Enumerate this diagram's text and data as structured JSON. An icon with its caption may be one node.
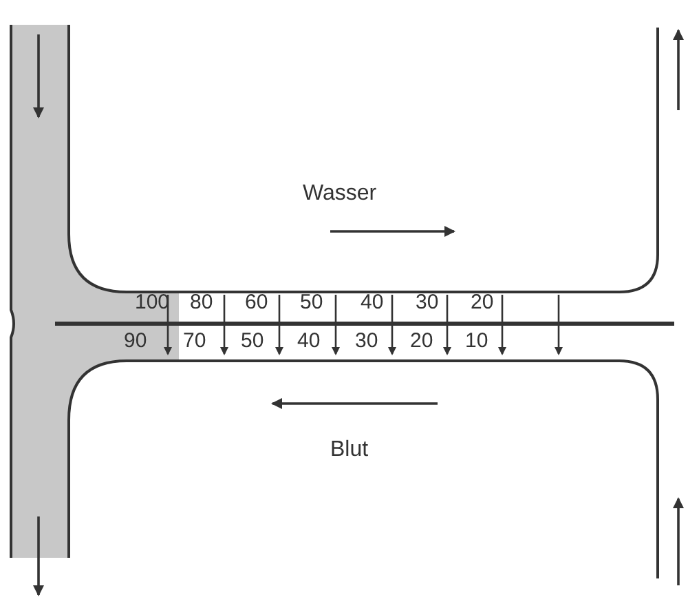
{
  "diagram": {
    "labels": [
      "Wasser",
      "100",
      "80",
      "60",
      "50",
      "40",
      "30",
      "20",
      "90",
      "70",
      "50",
      "40",
      "30",
      "20",
      "10",
      "Blut"
    ]
  }
}
